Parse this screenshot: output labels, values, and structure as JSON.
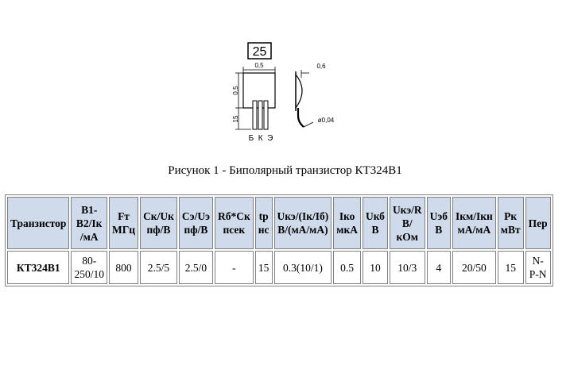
{
  "figure": {
    "badge": "25",
    "dims": {
      "top_width": "0,5",
      "body_height": "0,5",
      "lead_length": "15",
      "side_thickness": "0,6",
      "lead_diameter": "ø0,04"
    },
    "pins": "Б  К  Э"
  },
  "caption": "Рисунок 1 - Биполярный транзистор КТ324В1",
  "table": {
    "headers": [
      [
        "Транзистор"
      ],
      [
        "B1-",
        "B2/Iк",
        "/мА"
      ],
      [
        "Fт",
        "МГц"
      ],
      [
        "Ск/Uк",
        "пф/В"
      ],
      [
        "Сэ/Uэ",
        "пф/В"
      ],
      [
        "Rб*Ск",
        "псек"
      ],
      [
        "tр",
        "нс"
      ],
      [
        "Uкэ/(Iк/Iб)",
        "В/(мА/мА)"
      ],
      [
        "Iко",
        "мкА"
      ],
      [
        "Uкб",
        "В"
      ],
      [
        "Uкэ/R",
        "В/",
        "кОм"
      ],
      [
        "Uэб",
        "В"
      ],
      [
        "Iкм/Iкн",
        "мА/мА"
      ],
      [
        "Pк",
        "мВт"
      ],
      [
        "Пер"
      ]
    ],
    "row": [
      [
        "КТ324В1"
      ],
      [
        "80-",
        "250/10"
      ],
      [
        "800"
      ],
      [
        "2.5/5"
      ],
      [
        "2.5/0"
      ],
      [
        "-"
      ],
      [
        "15"
      ],
      [
        "0.3(10/1)"
      ],
      [
        "0.5"
      ],
      [
        "10"
      ],
      [
        "10/3"
      ],
      [
        "4"
      ],
      [
        "20/50"
      ],
      [
        "15"
      ],
      [
        "N-",
        "P-N"
      ]
    ]
  }
}
